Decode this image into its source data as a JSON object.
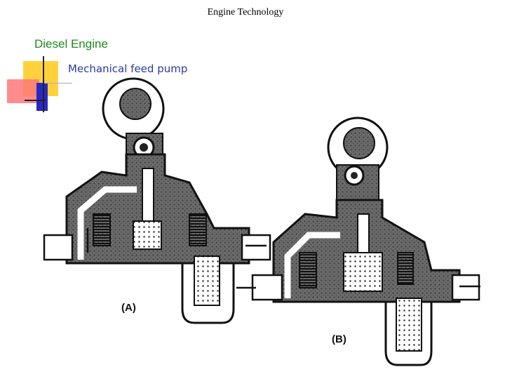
{
  "header": {
    "title": "Engine Technology"
  },
  "slide": {
    "section_title": "Diesel Engine",
    "subtitle": "Mechanical feed pump"
  },
  "diagram": {
    "label_a": "(A)",
    "label_b": "(B)"
  },
  "colors": {
    "section_title": "#1f8a1f",
    "subtitle": "#2a3aa0",
    "deco_yellow": "#ffd23c",
    "deco_red": "#ff5a5a",
    "deco_blue": "#2828c8"
  }
}
